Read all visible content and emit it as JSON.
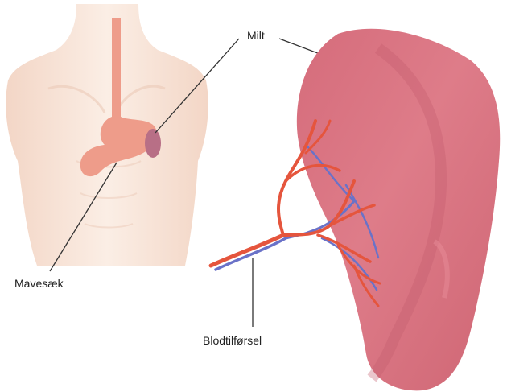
{
  "labels": {
    "spleen": "Milt",
    "stomach": "Mavesæk",
    "blood_supply": "Blodtilførsel"
  },
  "colors": {
    "skin": "#f8e4d8",
    "skin_shadow": "#efcdbd",
    "stomach": "#ee9c8a",
    "small_spleen": "#b86f86",
    "spleen": "#d8707e",
    "spleen_shadow": "#c45d6c",
    "artery": "#e5553d",
    "vein": "#6a72c8",
    "leader_line": "#333333"
  },
  "icons": [
    "torso-illustration",
    "spleen-illustration"
  ]
}
